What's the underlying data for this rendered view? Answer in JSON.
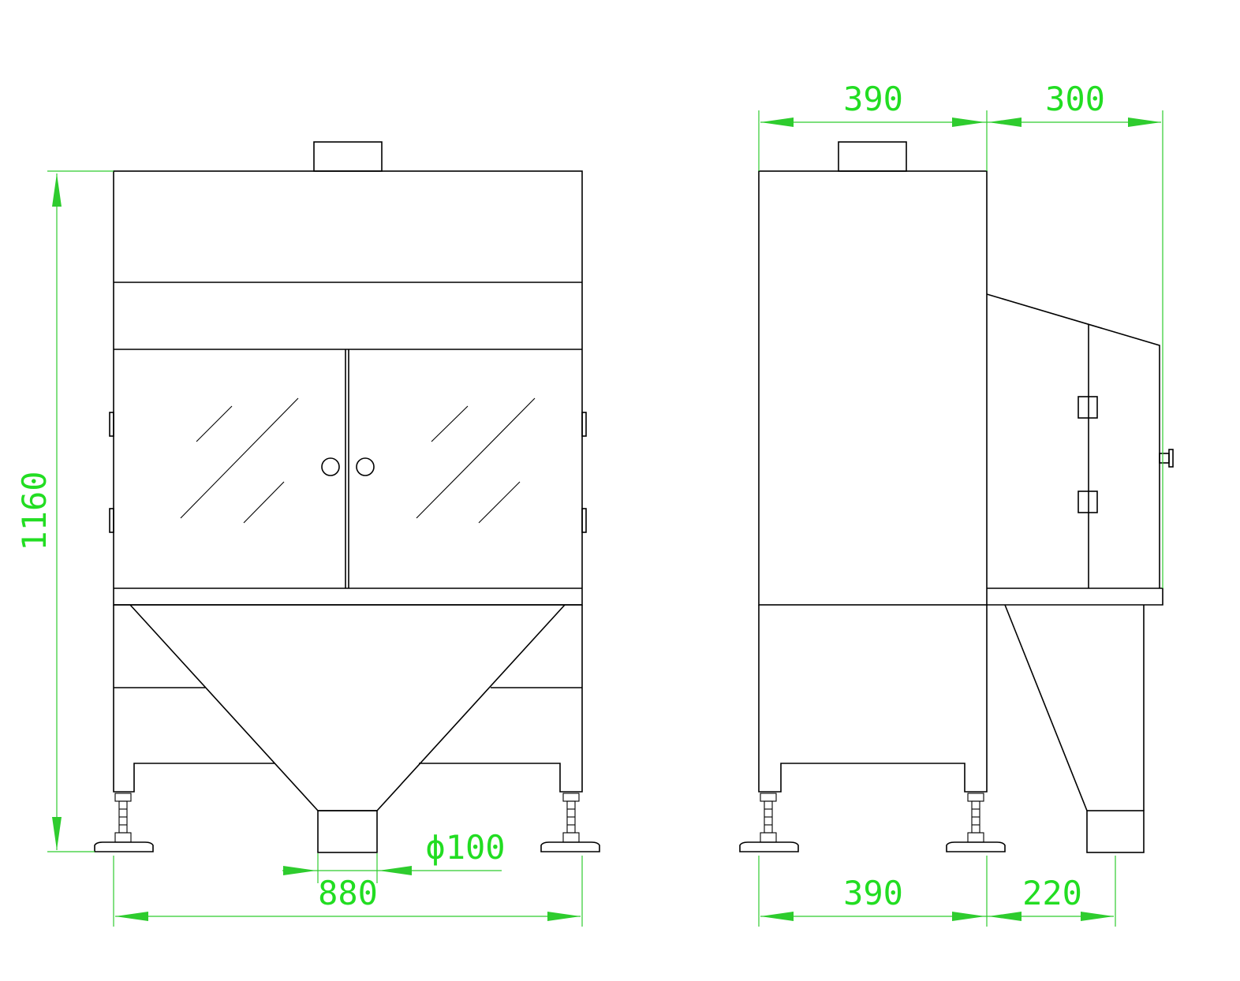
{
  "colors": {
    "object_lines": "#000000",
    "dimension_lines": "#2ecc2e",
    "dimension_text": "#22dd22",
    "background": "#ffffff"
  },
  "dimensions": {
    "front_height": "1160",
    "front_width": "880",
    "outlet_diameter": "ϕ100",
    "side_top_body_depth": "390",
    "side_top_hood_depth": "300",
    "side_bottom_body_depth": "390",
    "side_bottom_hopper_depth": "220"
  }
}
